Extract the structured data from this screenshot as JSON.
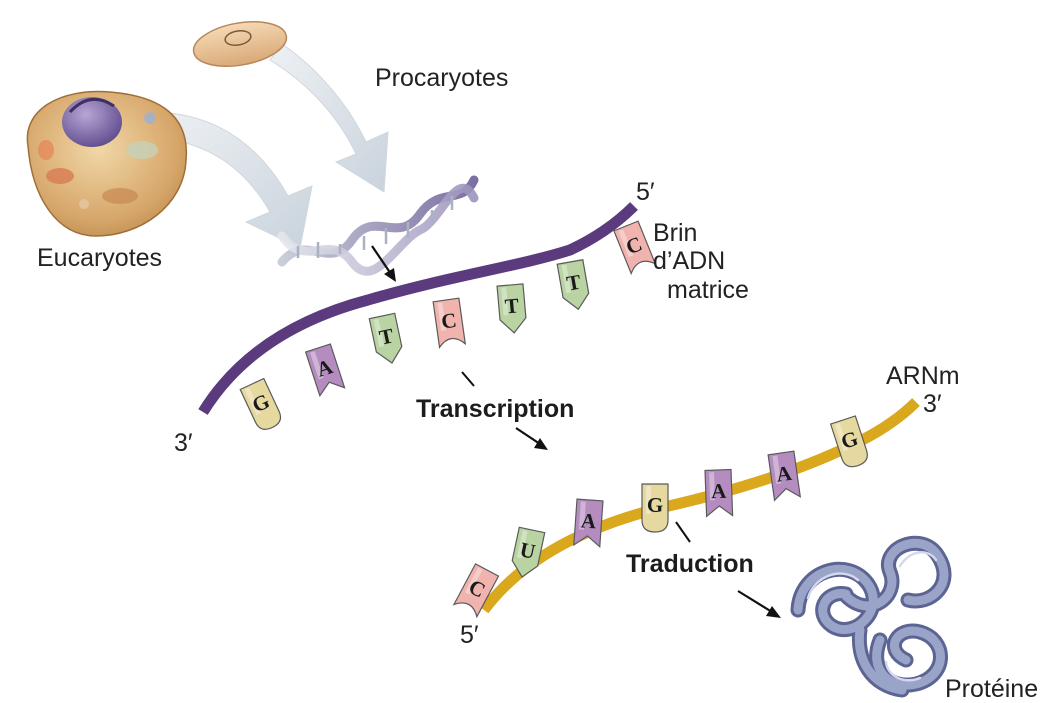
{
  "labels": {
    "procaryotes": "Procaryotes",
    "eucaryotes": "Eucaryotes",
    "dna_five_prime": "5′",
    "dna_three_prime": "3′",
    "dna_strand_line1": "Brin",
    "dna_strand_line2": "d’ADN",
    "dna_strand_line3": "matrice",
    "mrna": "ARNm",
    "mrna_three_prime": "3′",
    "mrna_five_prime": "5′",
    "transcription": "Transcription",
    "traduction": "Traduction",
    "proteine": "Protéine"
  },
  "dna_bases": [
    "G",
    "A",
    "T",
    "C",
    "T",
    "T",
    "C"
  ],
  "mrna_bases": [
    "C",
    "U",
    "A",
    "G",
    "A",
    "A",
    "G"
  ],
  "colors": {
    "dna_strand": "#5b3a7e",
    "mrna_strand": "#d9a81c",
    "base_G": "#e6d9a0",
    "base_A": "#b58cc0",
    "base_T": "#b9d3a2",
    "base_C": "#f0b3ae",
    "base_U": "#b9d3a2",
    "protein": "#7c86b0"
  }
}
